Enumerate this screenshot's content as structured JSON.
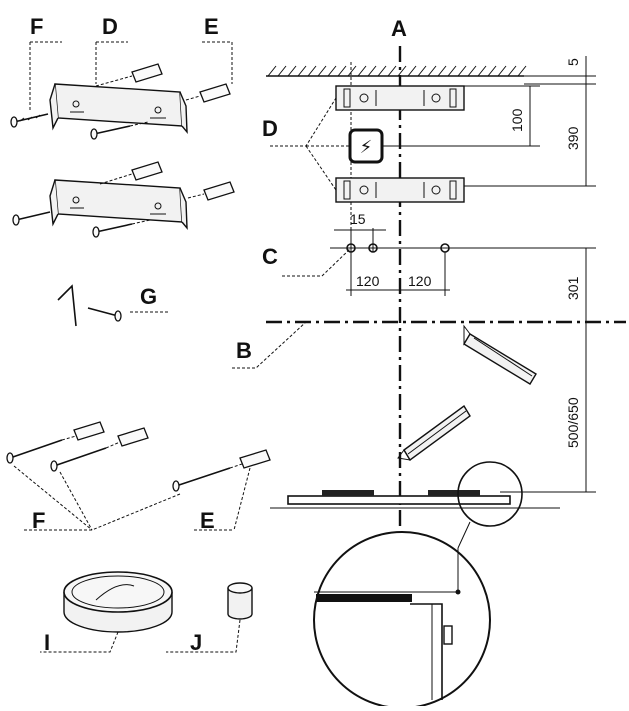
{
  "labels": {
    "A": "A",
    "B": "B",
    "C": "C",
    "D_left": "D",
    "D_right": "D",
    "E_top": "E",
    "E_bottom": "E",
    "F_top": "F",
    "F_bottom": "F",
    "G": "G",
    "I": "I",
    "J": "J"
  },
  "dimensions": {
    "d5": "5",
    "d100": "100",
    "d390": "390",
    "d15": "15",
    "d120_left": "120",
    "d120_right": "120",
    "d301": "301",
    "d500_650": "500/650"
  },
  "symbols": {
    "electrical_outlet": "⚡"
  }
}
